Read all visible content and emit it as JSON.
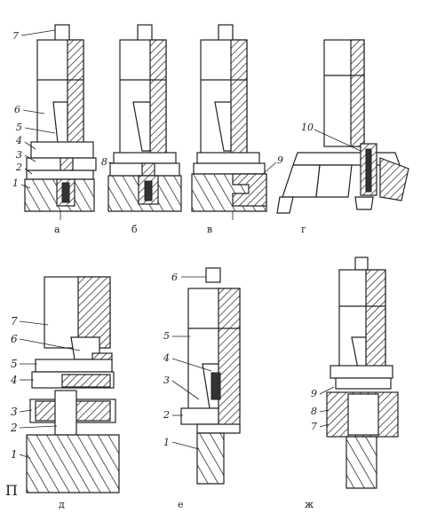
{
  "panels": [
    {
      "caption": "а",
      "labels": [
        "7",
        "6",
        "5",
        "4",
        "3",
        "2",
        "1"
      ]
    },
    {
      "caption": "б",
      "labels": [
        "8"
      ]
    },
    {
      "caption": "в",
      "labels": [
        "9"
      ]
    },
    {
      "caption": "г",
      "labels": [
        "10"
      ]
    },
    {
      "caption": "д",
      "labels": [
        "7",
        "6",
        "5",
        "4",
        "3",
        "2",
        "1"
      ]
    },
    {
      "caption": "е",
      "labels": [
        "6",
        "5",
        "4",
        "3",
        "2",
        "1"
      ]
    },
    {
      "caption": "ж",
      "labels": [
        "9",
        "8",
        "7"
      ]
    }
  ],
  "corner_mark": "П"
}
